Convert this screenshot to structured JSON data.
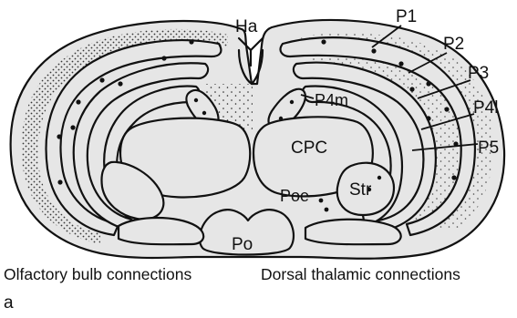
{
  "labels": {
    "ha": "Ha",
    "p1": "P1",
    "p2": "P2",
    "p3": "P3",
    "p4m": "P4m",
    "p4l": "P4l",
    "p5": "P5",
    "cpc": "CPC",
    "str": "Str",
    "poe": "Poe",
    "po": "Po"
  },
  "captions": {
    "left": "Olfactory bulb connections",
    "right": "Dorsal thalamic connections"
  },
  "panel_letter": "a",
  "colors": {
    "fill": "#e6e6e6",
    "stroke": "#111111",
    "stipple": "#222222"
  }
}
